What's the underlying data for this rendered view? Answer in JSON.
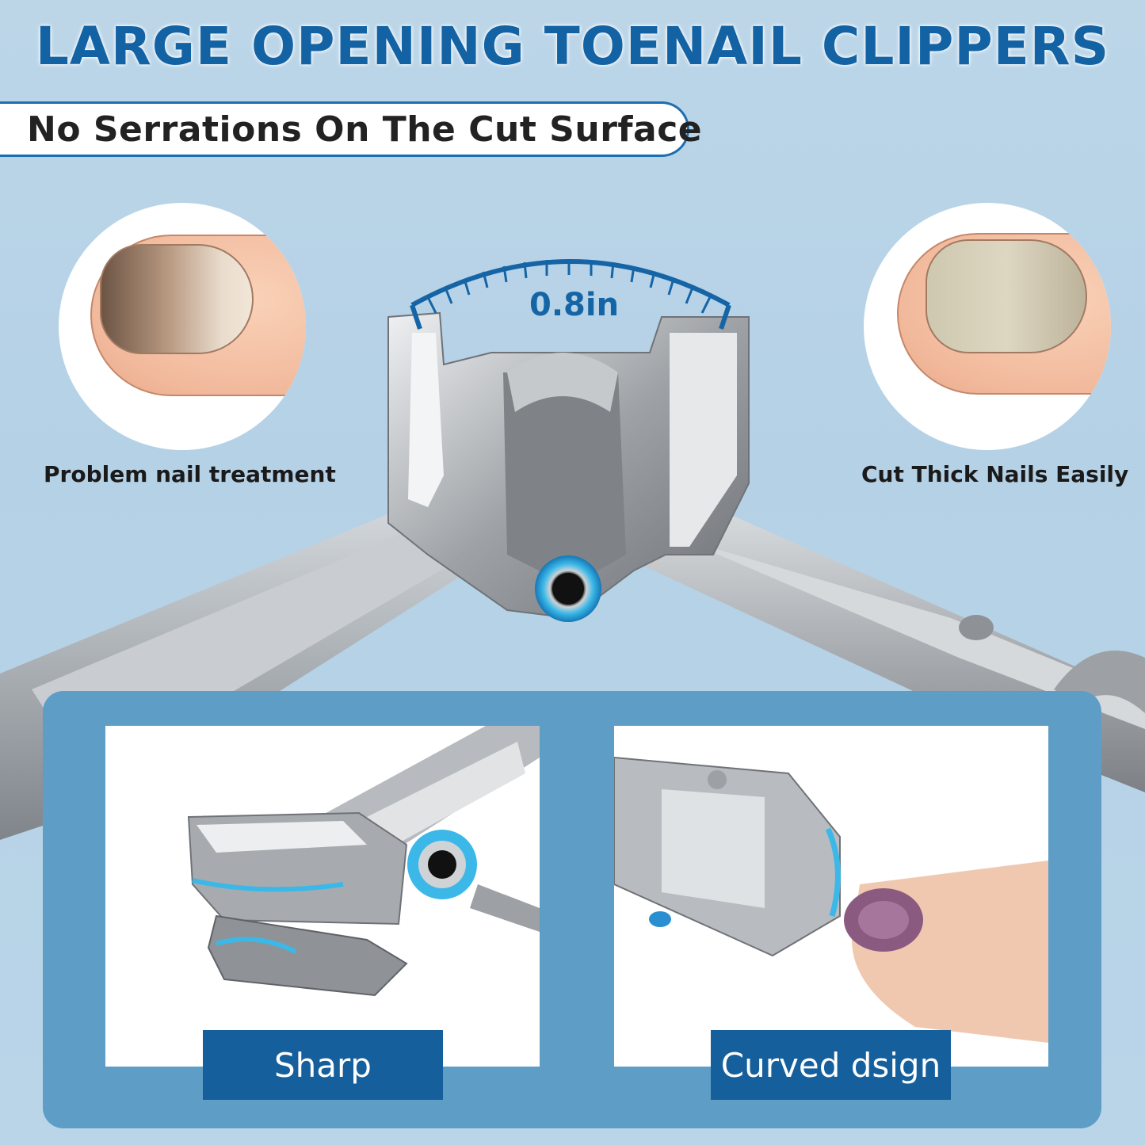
{
  "header": {
    "headline": "LARGE OPENING TOENAIL CLIPPERS",
    "subtitle": "No Serrations On The Cut Surface"
  },
  "features": {
    "left": {
      "caption": "Problem nail treatment",
      "image": "toe-with-damaged-nail"
    },
    "right": {
      "caption": "Cut Thick Nails Easily",
      "image": "toe-with-thick-nail"
    }
  },
  "gauge": {
    "opening_label": "0.8in",
    "icon": "ruler-arc-icon"
  },
  "detail_panel": {
    "items": [
      {
        "label": "Sharp",
        "image": "clipper-jaw-closeup"
      },
      {
        "label": "Curved dsign",
        "image": "clipper-cutting-fingernail"
      }
    ]
  },
  "colors": {
    "background": "#b9d4e7",
    "headline_blue": "#1362a4",
    "panel_blue": "#5e9ec6",
    "label_blue": "#155f9c",
    "accent_cyan": "#3bb8e8",
    "steel": "#b4b8bc"
  }
}
